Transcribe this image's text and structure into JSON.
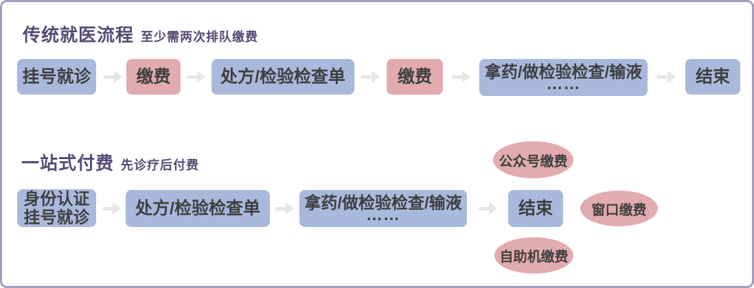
{
  "colors": {
    "box_blue": "#a9b9dc",
    "box_pink": "#e1abb0",
    "title_purple": "#564a76",
    "border_purple": "#a89bc0",
    "box_text": "#3f3f3f",
    "arrow_gray": "#e6e6e6"
  },
  "traditional": {
    "title": "传统就医流程",
    "subtitle": "至少需两次排队缴费",
    "steps": {
      "register": "挂号就诊",
      "pay1": "缴费",
      "prescription": "处方/检验检查单",
      "pay2": "缴费",
      "medicine": "拿药/做检验检查/输液",
      "medicine_more": "……",
      "end": "结束"
    }
  },
  "onestop": {
    "title": "一站式付费",
    "subtitle": "先诊疗后付费",
    "steps": {
      "identity_line1": "身份认证",
      "identity_line2": "挂号就诊",
      "prescription": "处方/检验检查单",
      "medicine": "拿药/做检验检查/输液",
      "medicine_more": "……",
      "end": "结束"
    },
    "payments": {
      "wechat": "公众号缴费",
      "window": "窗口缴费",
      "kiosk": "自助机缴费"
    }
  }
}
